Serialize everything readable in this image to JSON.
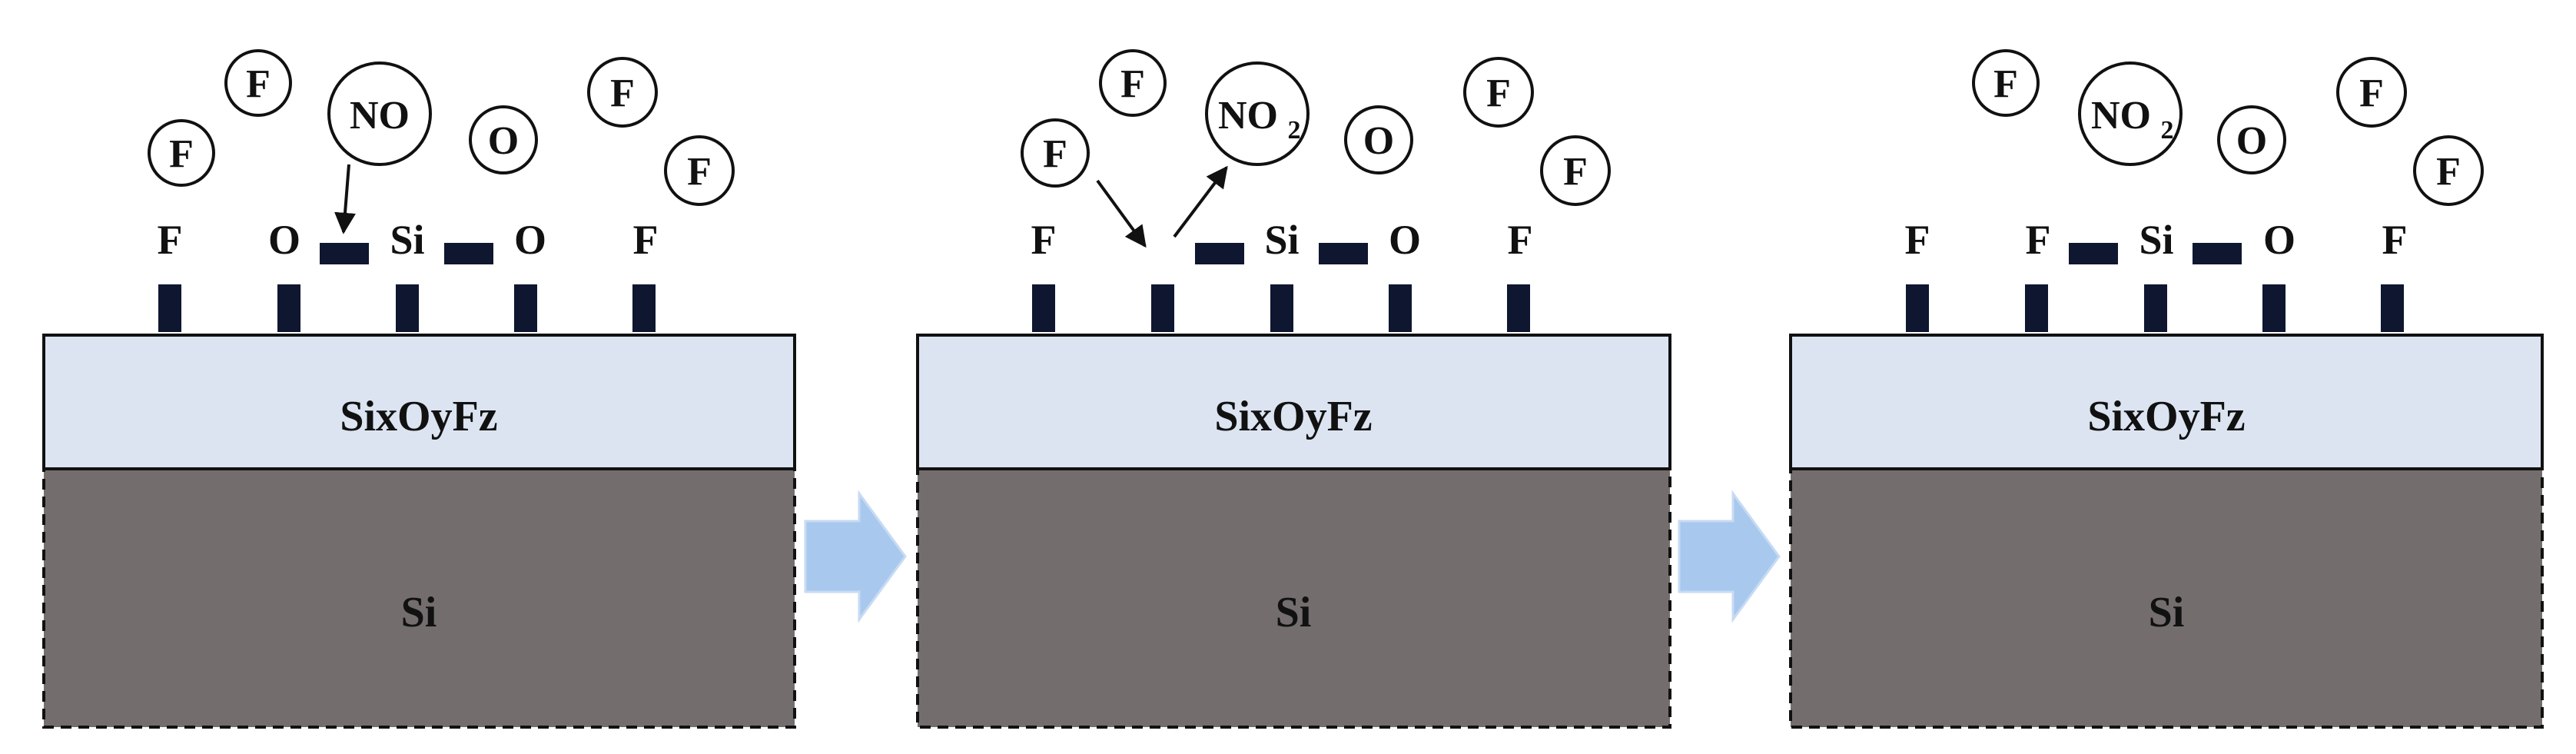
{
  "colors": {
    "film": "#dce4f2",
    "substrate": "#736e6d",
    "bond": "#0f1630",
    "arrow": "#a8c8ee",
    "stroke": "#111111"
  },
  "panels": [
    {
      "film_label": "SixOyFz",
      "substrate_label": "Si",
      "surface_labels": [
        "F",
        "O",
        "Si",
        "O",
        "F"
      ],
      "molecules": [
        {
          "text": "F"
        },
        {
          "text": "F"
        },
        {
          "text": "NO"
        },
        {
          "text": "O"
        },
        {
          "text": "F"
        },
        {
          "text": "F"
        }
      ]
    },
    {
      "film_label": "SixOyFz",
      "substrate_label": "Si",
      "surface_labels": [
        "F",
        "Si",
        "O",
        "F"
      ],
      "molecules": [
        {
          "text": "F"
        },
        {
          "text": "F"
        },
        {
          "text": "NO",
          "sub": "2"
        },
        {
          "text": "O"
        },
        {
          "text": "F"
        },
        {
          "text": "F"
        }
      ]
    },
    {
      "film_label": "SixOyFz",
      "substrate_label": "Si",
      "surface_labels": [
        "F",
        "F",
        "Si",
        "O",
        "F"
      ],
      "molecules": [
        {
          "text": "F"
        },
        {
          "text": "NO",
          "sub": "2"
        },
        {
          "text": "O"
        },
        {
          "text": "F"
        },
        {
          "text": "F"
        }
      ]
    }
  ],
  "transition_arrows": [
    {
      "icon": "right-arrow-icon"
    },
    {
      "icon": "right-arrow-icon"
    }
  ]
}
